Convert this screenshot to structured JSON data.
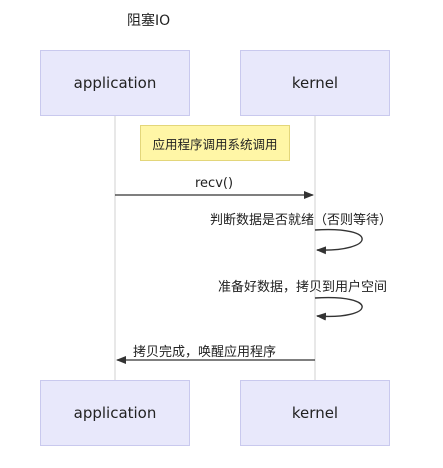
{
  "diagram": {
    "title": "阻塞IO",
    "actors": {
      "application": "application",
      "kernel": "kernel"
    },
    "note": "应用程序调用系统调用",
    "messages": {
      "recv": "recv()",
      "self1": "判断数据是否就绪（否则等待）",
      "self2": "准备好数据，拷贝到用户空间",
      "return": "拷贝完成，唤醒应用程序"
    }
  }
}
